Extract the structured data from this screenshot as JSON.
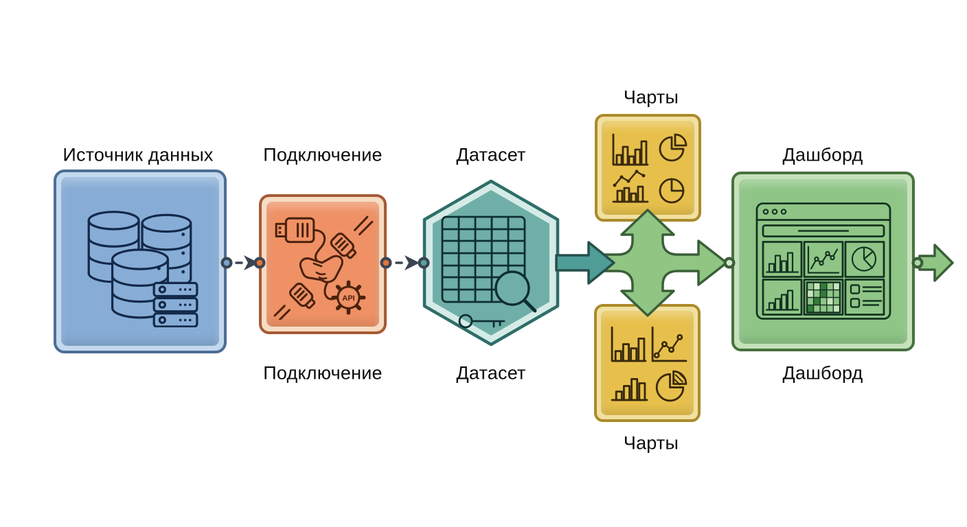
{
  "diagram": {
    "type": "flow",
    "direction": "left-to-right",
    "nodes": {
      "source": {
        "label": "Источник данных",
        "shape": "rounded-square",
        "icon": "database-stack-icon"
      },
      "connection": {
        "label": "Подключение",
        "shape": "rounded-square",
        "icon": "plugs-handshake-api-icon",
        "badge": "API"
      },
      "dataset": {
        "label": "Датасет",
        "shape": "hexagon",
        "icon": "table-magnifier-key-icon"
      },
      "charts_top": {
        "label": "Чарты",
        "shape": "rounded-square",
        "icon": "mini-charts-icon"
      },
      "charts_bottom": {
        "label": "Чарты",
        "shape": "rounded-square",
        "icon": "mini-charts-icon"
      },
      "dashboard": {
        "label": "Дашборд",
        "shape": "rounded-square",
        "icon": "dashboard-window-icon"
      }
    },
    "edges": [
      {
        "from": "source",
        "to": "connection",
        "style": "dot-dash-arrow-dot"
      },
      {
        "from": "connection",
        "to": "dataset",
        "style": "dot-dash-arrow-dot"
      },
      {
        "from": "dataset",
        "to": "fork",
        "style": "thick-teal-arrow"
      },
      {
        "from": "fork",
        "to": "charts_top",
        "style": "thick-green-arrow-up"
      },
      {
        "from": "fork",
        "to": "charts_bottom",
        "style": "thick-green-arrow-down"
      },
      {
        "from": "fork",
        "to": "dashboard",
        "style": "thick-green-arrow-right"
      },
      {
        "from": "dashboard",
        "to": "out",
        "style": "thick-green-arrow-right"
      }
    ],
    "colors": {
      "background": "#ffffff",
      "label_color": "#0c0c0c",
      "source_fill": "#87add6",
      "source_ring": "#c3d9ee",
      "source_border": "#4d6e94",
      "source_line": "#13294a",
      "connection_fill": "#ef9165",
      "connection_ring": "#f6dcc2",
      "connection_border": "#a55a36",
      "connection_line": "#4a220e",
      "dataset_fill": "#6fafa7",
      "dataset_ring": "#d5ebe7",
      "dataset_border": "#2f6e68",
      "dataset_line": "#0e2d33",
      "charts_fill": "#e7c04c",
      "charts_ring": "#f1e0a0",
      "charts_border": "#ab8b2b",
      "charts_line": "#3a2a0c",
      "dashboard_fill": "#8fc687",
      "dashboard_ring": "#c6e2bb",
      "dashboard_border": "#49713f",
      "dashboard_line": "#143321",
      "heat_light": "#c9e5bb",
      "heat_mid": "#8fc687",
      "heat_dark": "#337a3b",
      "teal_arrow": "#4f9d96",
      "teal_arrow_stroke": "#26504c",
      "green_arrow": "#90c584",
      "green_arrow_stroke": "#3a5f38",
      "connector": "#3b4552",
      "dot_blue": "#7ba2cc",
      "dot_orange": "#e0753e",
      "dot_teal": "#57a29a",
      "dot_light_green": "#d4e9cb",
      "dot_green": "#aed7a2"
    }
  }
}
